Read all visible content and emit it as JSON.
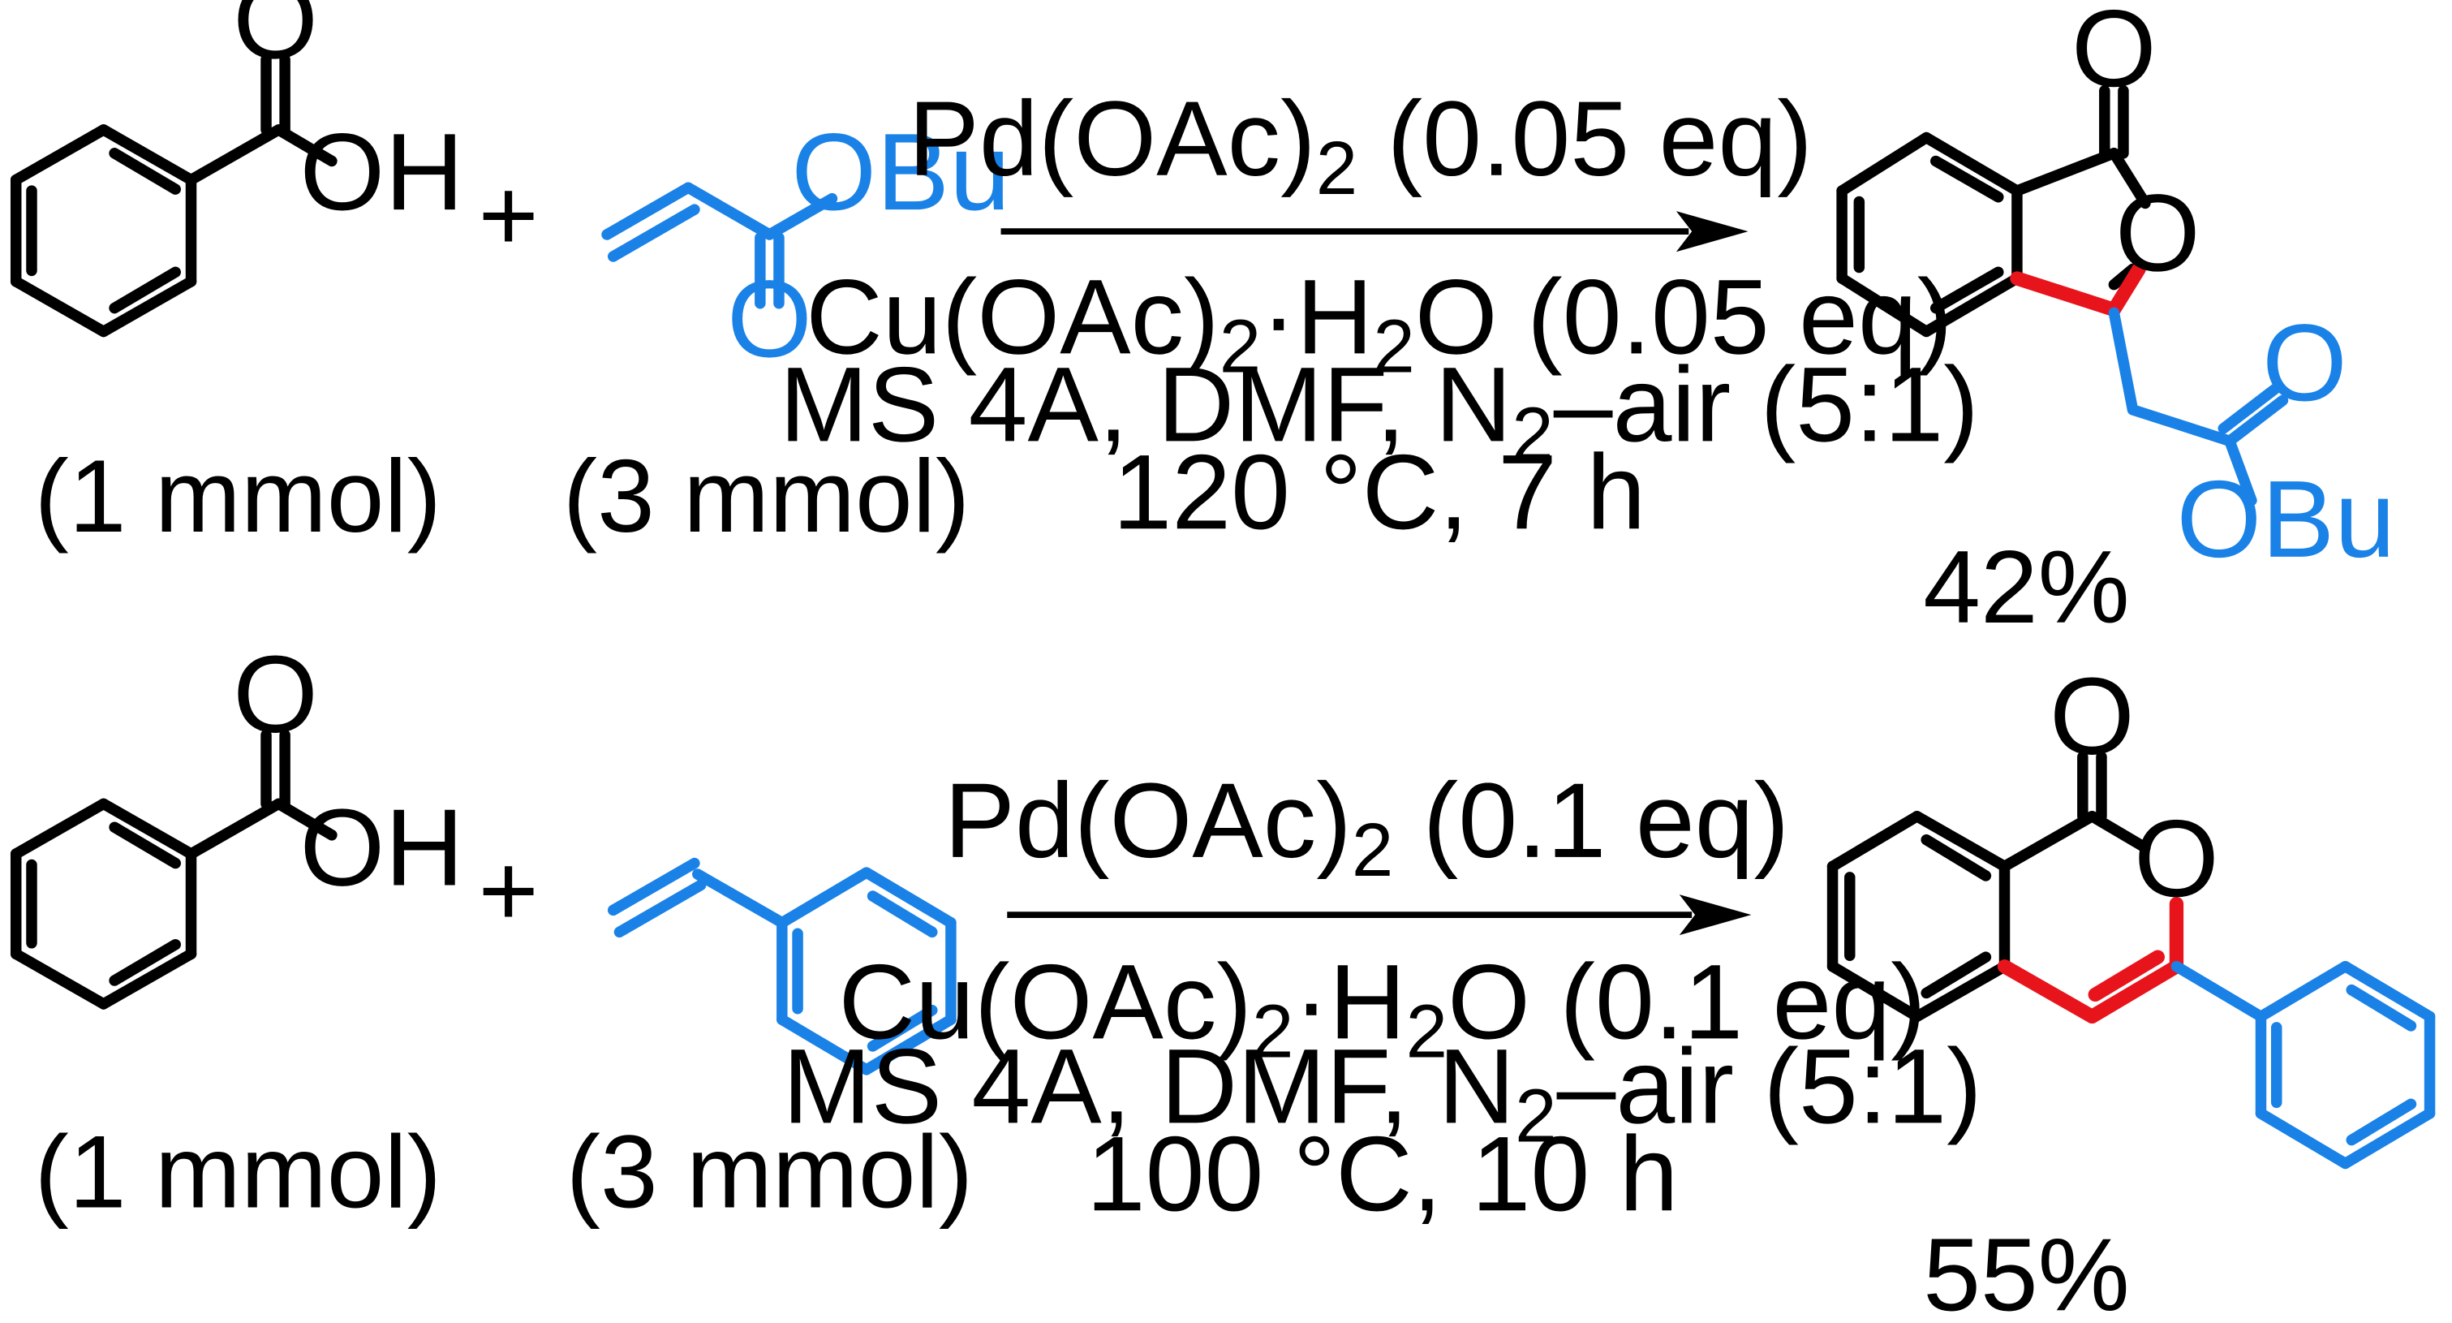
{
  "colors": {
    "reagent": "#1a82e6",
    "new_bond": "#e8141c",
    "default": "#000000"
  },
  "reaction1": {
    "substrate": {
      "oh_label": "OH",
      "o_label": "O",
      "amount": "(1 mmol)"
    },
    "plus": "+",
    "reagent": {
      "ester_label": "OBu",
      "o_label": "O",
      "amount": "(3 mmol)"
    },
    "conditions": {
      "catalyst_main": "Pd(OAc)",
      "catalyst_sub": "2",
      "catalyst_rest": " (0.05 eq)",
      "oxidant_main": "Cu(OAc)",
      "oxidant_sub": "2",
      "oxidant_mid": "·H",
      "oxidant_sub2": "2",
      "oxidant_rest": "O (0.05 eq)",
      "additive_main": "MS 4A, DMF, N",
      "additive_sub": "2",
      "additive_rest": "–air (5:1)",
      "temp_time": "120 °C, 7 h"
    },
    "product": {
      "carbonyl_o": "O",
      "ring_o": "O",
      "ester_o": "O",
      "ester_label": "OBu",
      "yield": "42%"
    }
  },
  "reaction2": {
    "substrate": {
      "oh_label": "OH",
      "o_label": "O",
      "amount": "(1 mmol)"
    },
    "plus": "+",
    "reagent": {
      "amount": "(3 mmol)"
    },
    "conditions": {
      "catalyst_main": "Pd(OAc)",
      "catalyst_sub": "2",
      "catalyst_rest": " (0.1 eq)",
      "oxidant_main": "Cu(OAc)",
      "oxidant_sub": "2",
      "oxidant_mid": "·H",
      "oxidant_sub2": "2",
      "oxidant_rest": "O (0.1 eq)",
      "additive_main": "MS 4A, DMF, N",
      "additive_sub": "2",
      "additive_rest": "–air (5:1)",
      "temp_time": "100 °C, 10 h"
    },
    "product": {
      "carbonyl_o": "O",
      "ring_o": "O",
      "yield": "55%"
    }
  }
}
